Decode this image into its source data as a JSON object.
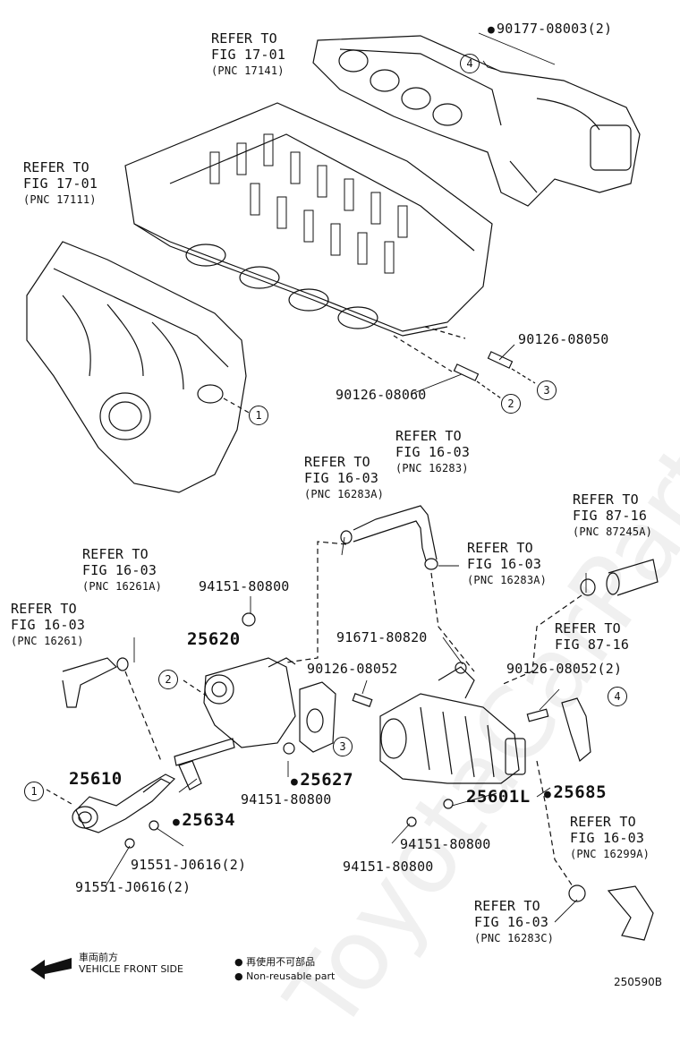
{
  "refs": {
    "r1": {
      "line1": "REFER TO",
      "line2": "FIG 17-01",
      "pnc": "(PNC 17141)"
    },
    "r2": {
      "line1": "REFER TO",
      "line2": "FIG 17-01",
      "pnc": "(PNC 17111)"
    },
    "r3": {
      "line1": "REFER TO",
      "line2": "FIG 16-03",
      "pnc": "(PNC 16283)"
    },
    "r4": {
      "line1": "REFER TO",
      "line2": "FIG 16-03",
      "pnc": "(PNC 16283A)"
    },
    "r5": {
      "line1": "REFER TO",
      "line2": "FIG 87-16",
      "pnc": "(PNC 87245A)"
    },
    "r6": {
      "line1": "REFER TO",
      "line2": "FIG 16-03",
      "pnc": "(PNC 16261A)"
    },
    "r7": {
      "line1": "REFER TO",
      "line2": "FIG 16-03",
      "pnc": "(PNC 16283A)"
    },
    "r8": {
      "line1": "REFER TO",
      "line2": "FIG 16-03",
      "pnc": "(PNC 16261)"
    },
    "r9": {
      "line1": "REFER TO",
      "line2": "FIG 87-16",
      "pnc": ""
    },
    "r10": {
      "line1": "REFER TO",
      "line2": "FIG 16-03",
      "pnc": "(PNC 16299A)"
    },
    "r11": {
      "line1": "REFER TO",
      "line2": "FIG 16-03",
      "pnc": "(PNC 16283C)"
    }
  },
  "parts": {
    "p90177": "90177-08003(2)",
    "p90126_08050": "90126-08050",
    "p90126_08060": "90126-08060",
    "p94151_a": "94151-80800",
    "p91671": "91671-80820",
    "p90126_08052": "90126-08052",
    "p90126_08052_2": "90126-08052(2)",
    "p25620": "25620",
    "p25627": "25627",
    "p94151_b": "94151-80800",
    "p25610": "25610",
    "p25634": "25634",
    "p25601L": "25601L",
    "p25685": "25685",
    "p94151_c": "94151-80800",
    "p94151_d": "94151-80800",
    "p91551_a": "91551-J0616(2)",
    "p91551_b": "91551-J0616(2)"
  },
  "callouts": {
    "c1": "1",
    "c2": "2",
    "c3": "3",
    "c4": "4"
  },
  "legend": {
    "front_jp": "車両前方",
    "front_en": "VEHICLE FRONT SIDE",
    "nonreuse_jp": "再使用不可部品",
    "nonreuse_en": "Non-reusable part"
  },
  "figure_id": "250590B",
  "watermark": "ToyotaCarPartsMarket.ru"
}
